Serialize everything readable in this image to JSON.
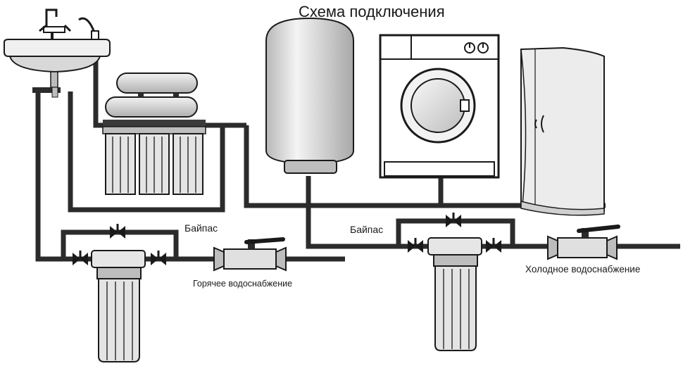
{
  "title": "Схема подключения",
  "labels": {
    "bypass_left": "Байпас",
    "bypass_right": "Байпас",
    "hot_water": "Горячее водоснабжение",
    "cold_water": "Холодное водоснабжение"
  },
  "colors": {
    "pipe": "#2b2b2b",
    "fill_light": "#e2e2e2",
    "fill_mid": "#c8c8c8",
    "outline": "#1a1a1a"
  }
}
